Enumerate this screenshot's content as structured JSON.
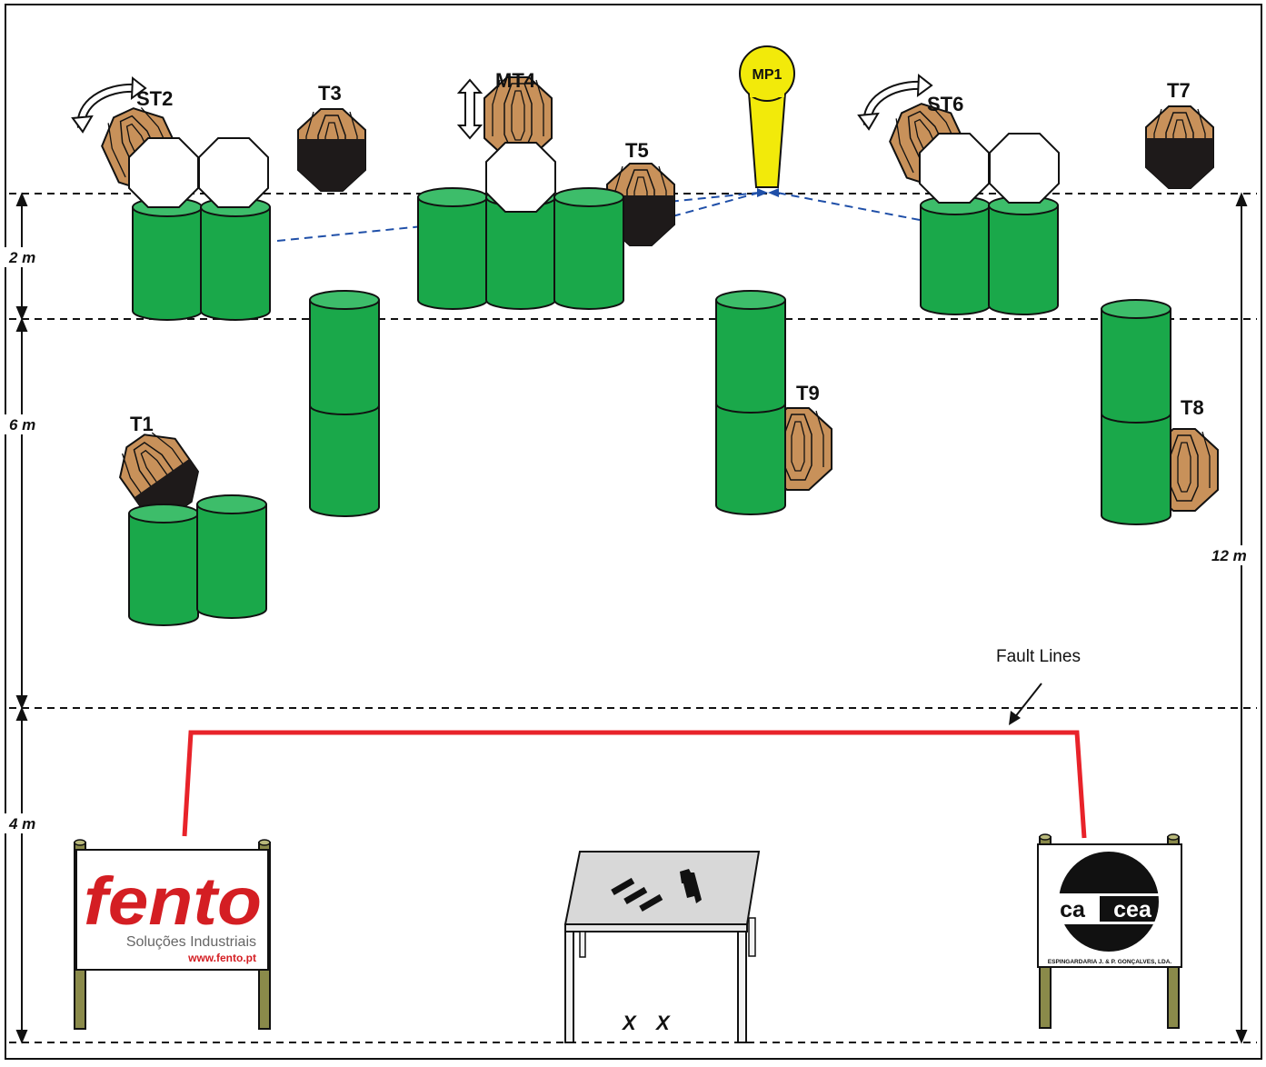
{
  "targets": {
    "st2": "ST2",
    "t3": "T3",
    "mt4": "MT4",
    "t5": "T5",
    "mp1": "MP1",
    "st6": "ST6",
    "t7": "T7",
    "t1": "T1",
    "t9": "T9",
    "t8": "T8"
  },
  "dimensions": {
    "d2": "2 m",
    "d6": "6 m",
    "d4": "4 m",
    "d12": "12 m"
  },
  "fault_lines_label": "Fault Lines",
  "start_marks": [
    "X",
    "X"
  ],
  "sponsors": {
    "fento": {
      "name": "fento",
      "subtitle": "Soluções Industriais",
      "url": "www.fento.pt"
    },
    "cacea": {
      "name_left": "ca",
      "name_right": "cea",
      "subtitle": "ESPINGARDARIA J. & P. GONÇALVES, LDA."
    }
  },
  "colors": {
    "barrel": "#1aa84a",
    "barrel_top": "#3dbd6a",
    "cardboard": "#c8915a",
    "hardcover": "#1e1a1a",
    "popper": "#f2ea0a",
    "fault_line": "#e8232a",
    "shot_line": "#1f4fa8"
  }
}
